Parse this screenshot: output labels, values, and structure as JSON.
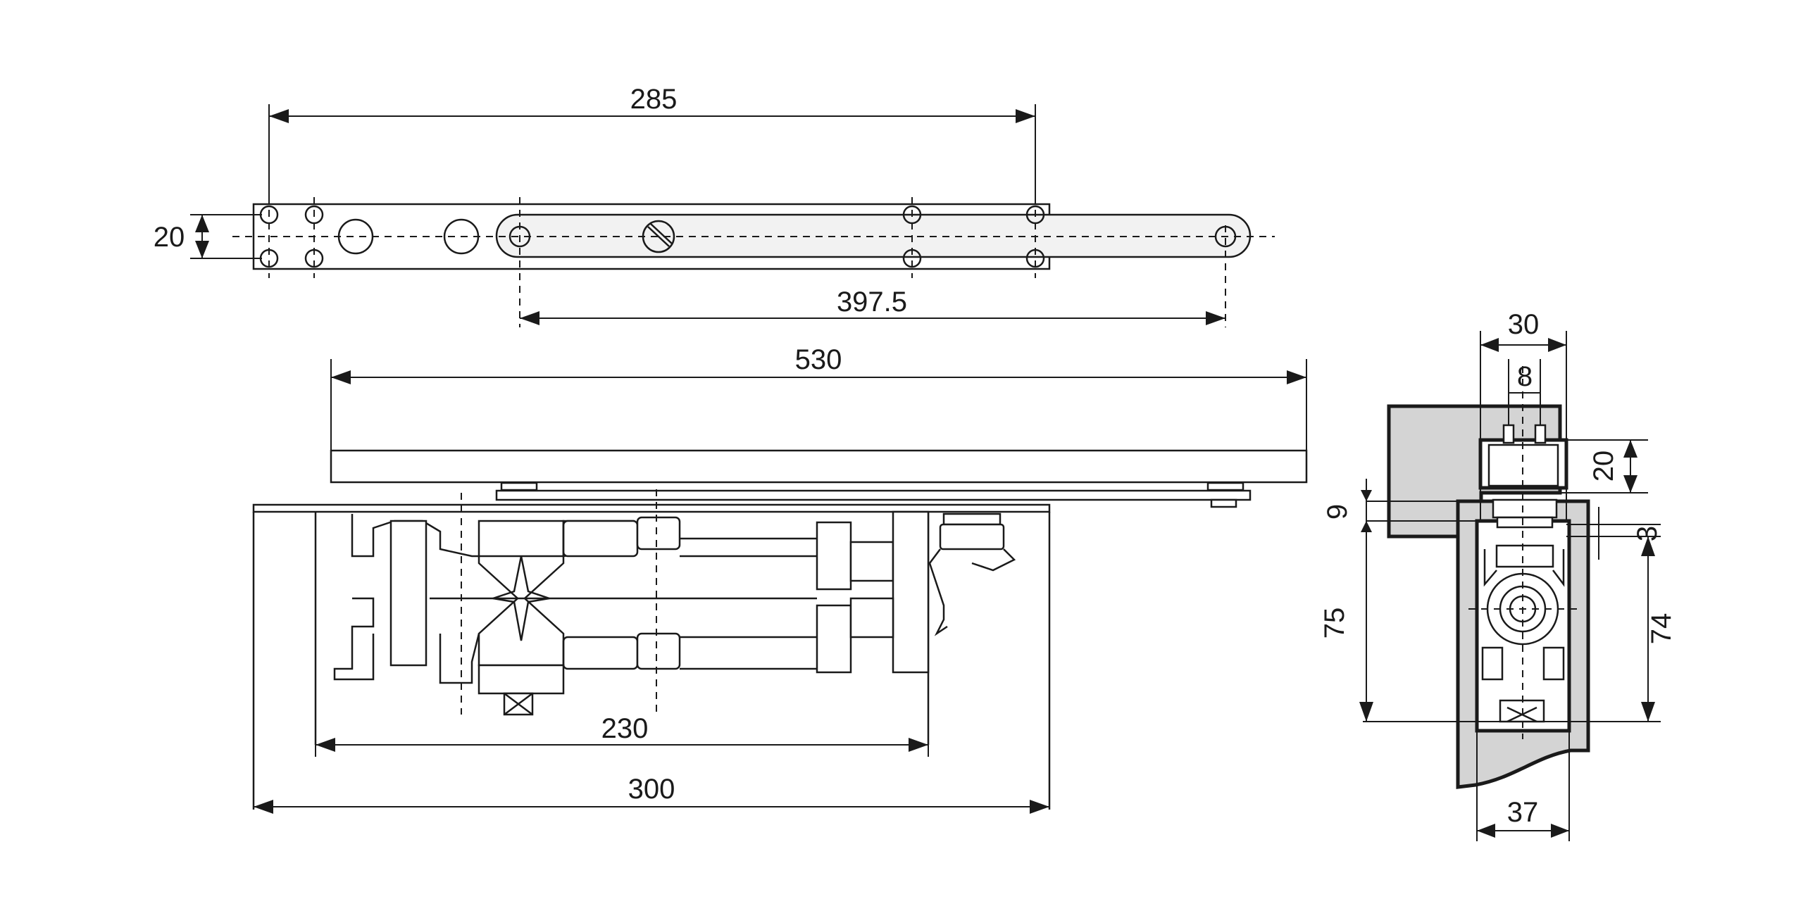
{
  "dimensions": {
    "d285": "285",
    "d20_left": "20",
    "d397_5": "397.5",
    "d530": "530",
    "d230": "230",
    "d300": "300",
    "d30": "30",
    "d8": "8",
    "d20_right": "20",
    "d9": "9",
    "d3": "3",
    "d75": "75",
    "d74": "74",
    "d37": "37"
  }
}
